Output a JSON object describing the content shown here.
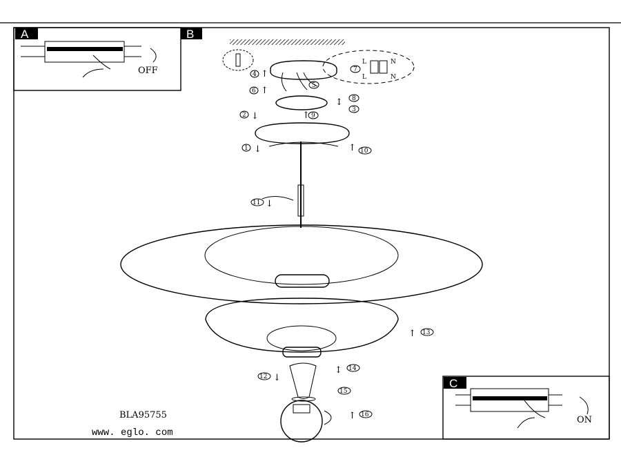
{
  "panels": {
    "a": "A",
    "b": "B",
    "c": "C"
  },
  "switch": {
    "off": "OFF",
    "on": "ON"
  },
  "terminal": {
    "live": "L",
    "neutral": "N"
  },
  "steps": [
    "1",
    "2",
    "3",
    "4",
    "5",
    "6",
    "7",
    "8",
    "9",
    "10",
    "11",
    "12",
    "13",
    "14",
    "15",
    "16"
  ],
  "footer": {
    "model": "BLA95755",
    "website": "www. eglo. com"
  }
}
